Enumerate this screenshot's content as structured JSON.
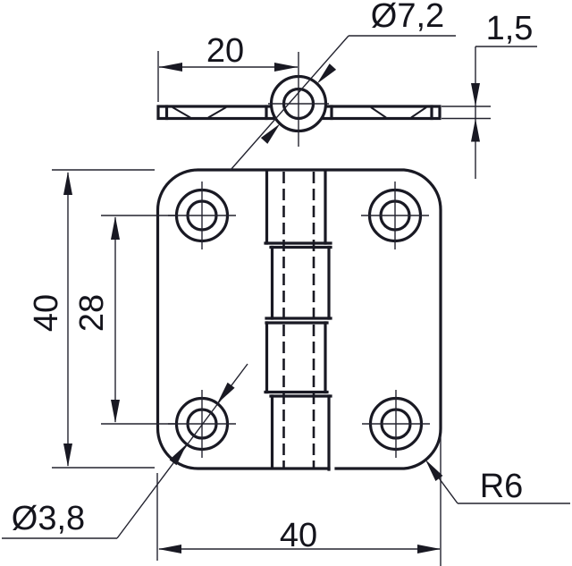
{
  "drawing": {
    "kind": "hinge-technical-drawing",
    "views": [
      "edge-view-top",
      "front-view"
    ]
  },
  "dimensions": {
    "knuckle_diameter": "Ø7,2",
    "plate_thickness": "1,5",
    "pin_center_offset": "20",
    "plate_height": "40",
    "hole_spacing": "28",
    "hole_diameter": "Ø3,8",
    "corner_radius": "R6",
    "plate_width": "40"
  },
  "colors": {
    "line": "#191923",
    "background": "#ffffff"
  }
}
